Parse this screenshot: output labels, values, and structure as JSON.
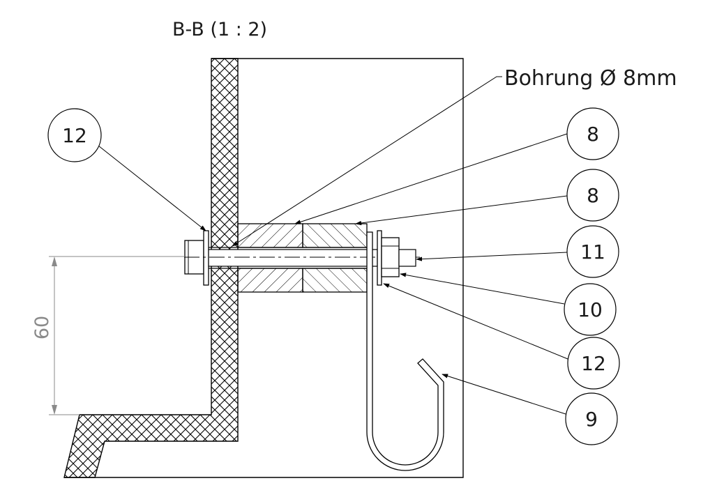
{
  "section_title": "B-B (1 : 2)",
  "note": "Bohrung Ø 8mm",
  "dimension": "60",
  "balloons": [
    {
      "id": "balloon-12-left",
      "label": "12"
    },
    {
      "id": "balloon-8-upper",
      "label": "8"
    },
    {
      "id": "balloon-8-lower",
      "label": "8"
    },
    {
      "id": "balloon-11",
      "label": "11"
    },
    {
      "id": "balloon-10",
      "label": "10"
    },
    {
      "id": "balloon-12-right",
      "label": "12"
    },
    {
      "id": "balloon-9",
      "label": "9"
    }
  ]
}
